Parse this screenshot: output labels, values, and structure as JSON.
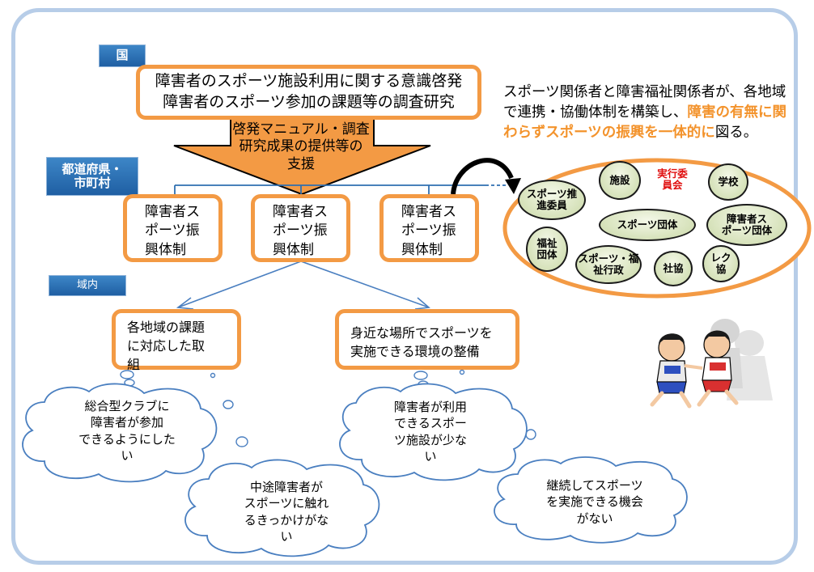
{
  "labels": {
    "national": "国",
    "prefecture_line1": "都道府県・",
    "prefecture_line2": "市町村",
    "region": "域内"
  },
  "national_box": {
    "line1": "障害者のスポーツ施設利用に関する意識啓発",
    "line2": "障害者のスポーツ参加の課題等の調査研究"
  },
  "arrow": {
    "line1": "啓発マニュアル・調査",
    "line2": "研究成果の提供等の",
    "line3": "支援"
  },
  "units": [
    {
      "line1": "障害者ス",
      "line2": "ポーツ振",
      "line3": "興体制"
    },
    {
      "line1": "障害者ス",
      "line2": "ポーツ振",
      "line3": "興体制"
    },
    {
      "line1": "障害者ス",
      "line2": "ポーツ振",
      "line3": "興体制"
    }
  ],
  "issues": {
    "left": {
      "line1": "各地域の課題",
      "line2": "に対応した取",
      "line3": "組"
    },
    "right": {
      "line1": "身近な場所でスポーツを",
      "line2": "実施できる環境の整備"
    }
  },
  "note": {
    "normal1": "スポーツ関係者と障害福祉関係者が、各地域で連携・協働体制を構築し、",
    "highlight": "障害の有無に関わらずスポーツの振興を一体的に",
    "normal2": "図る。"
  },
  "network": {
    "members": [
      {
        "id": "suishin",
        "line1": "スポーツ推",
        "line2": "進委員"
      },
      {
        "id": "shisetsu",
        "line1": "施設",
        "line2": ""
      },
      {
        "id": "iinkai",
        "line1": "実行委",
        "line2": "員会"
      },
      {
        "id": "gakko",
        "line1": "学校",
        "line2": ""
      },
      {
        "id": "sports_dantai",
        "line1": "スポーツ団体",
        "line2": ""
      },
      {
        "id": "shogaisha_dantai",
        "line1": "障害者ス",
        "line2": "ポーツ団体"
      },
      {
        "id": "fukushi_dantai",
        "line1": "福祉",
        "line2": "団体"
      },
      {
        "id": "gyosei",
        "line1": "スポーツ・福",
        "line2": "祉行政"
      },
      {
        "id": "shakyo",
        "line1": "社協",
        "line2": ""
      },
      {
        "id": "rekukyo",
        "line1": "レク",
        "line2": "協"
      }
    ]
  },
  "clouds": {
    "club": {
      "line1": "総合型クラブに",
      "line2": "障害者が参加",
      "line3": "できるようにした",
      "line4": "い"
    },
    "facility": {
      "line1": "障害者が利用",
      "line2": "できるスポー",
      "line3": "ツ施設が少な",
      "line4": "い"
    },
    "opportunity": {
      "line1": "中途障害者が",
      "line2": "スポーツに触れ",
      "line3": "るきっかけがな",
      "line4": "い"
    },
    "continue": {
      "line1": "継続してスポーツ",
      "line2": "を実施できる機会",
      "line3": "がない"
    }
  },
  "colors": {
    "frame": "#b7cde8",
    "orange": "#f39a44",
    "label_blue": "#2a6fb3",
    "member_fill": "#c9d8a6",
    "highlight": "#f3932c",
    "committee_red": "#e01010"
  }
}
